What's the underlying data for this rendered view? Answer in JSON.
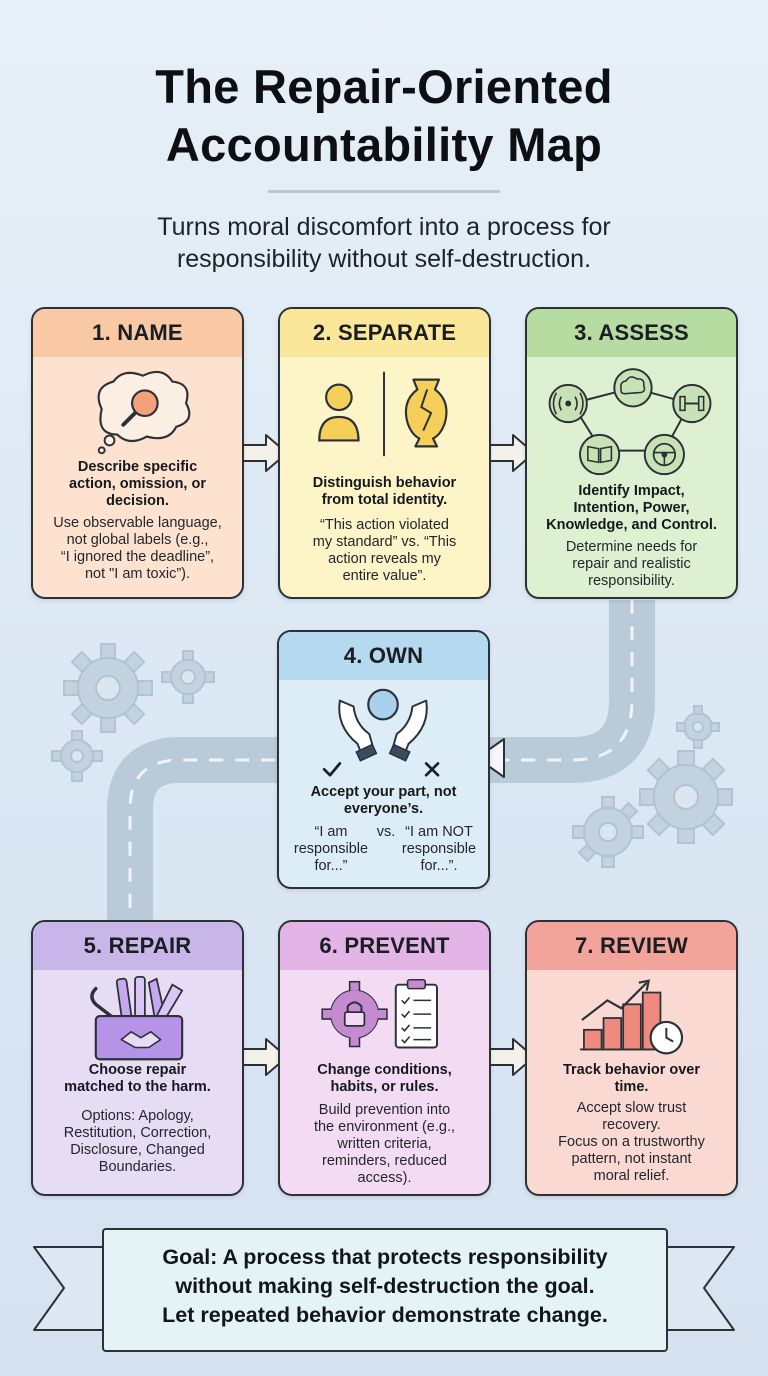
{
  "title_line1": "The Repair-Oriented",
  "title_line2": "Accountability Map",
  "subtitle_line1": "Turns moral discomfort into a process for",
  "subtitle_line2": "responsibility without self-destruction.",
  "colors": {
    "name": {
      "header": "#f9c8a5",
      "body": "#fde3cf"
    },
    "separate": {
      "header": "#fbe79a",
      "body": "#fdf4c8"
    },
    "assess": {
      "header": "#b7dca2",
      "body": "#def0d2"
    },
    "own": {
      "header": "#b5d9ef",
      "body": "#dcedf8"
    },
    "repair": {
      "header": "#c9b6e8",
      "body": "#e6dcf4"
    },
    "prevent": {
      "header": "#e3b5e6",
      "body": "#f3dcf3"
    },
    "review": {
      "header": "#f3a49a",
      "body": "#fad9d3"
    }
  },
  "steps": {
    "name": {
      "title": "1. NAME",
      "bold": [
        "Describe specific",
        "action, omission, or",
        "decision."
      ],
      "text": [
        "Use observable language,",
        "not global labels (e.g.,",
        "“I ignored the deadline”,",
        "not \"I am toxic”)."
      ]
    },
    "separate": {
      "title": "2. SEPARATE",
      "bold": [
        "Distinguish behavior",
        "from total identity."
      ],
      "text": [
        "“This action violated",
        "my standard” vs. “This",
        "action reveals my",
        "entire value”."
      ]
    },
    "assess": {
      "title": "3. ASSESS",
      "bold": [
        "Identify Impact,",
        "Intention, Power,",
        "Knowledge, and Control."
      ],
      "text": [
        "Determine needs for",
        "repair and realistic",
        "responsibility."
      ]
    },
    "own": {
      "title": "4. OWN",
      "bold": [
        "Accept your part, not",
        "everyone’s."
      ],
      "left": [
        "“I am",
        "responsible",
        "for...”"
      ],
      "vs": "vs.",
      "right": [
        "“I am NOT",
        "responsible",
        "for...”."
      ]
    },
    "repair": {
      "title": "5. REPAIR",
      "bold": [
        "Choose repair",
        "matched to the harm."
      ],
      "text": [
        "Options: Apology,",
        "Restitution, Correction,",
        "Disclosure, Changed",
        "Boundaries."
      ]
    },
    "prevent": {
      "title": "6. PREVENT",
      "bold": [
        "Change conditions,",
        "habits, or rules."
      ],
      "text": [
        "Build prevention into",
        "the environment (e.g.,",
        "written criteria,",
        "reminders, reduced",
        "access)."
      ]
    },
    "review": {
      "title": "7. REVIEW",
      "bold": [
        "Track behavior over",
        "time."
      ],
      "text": [
        "Accept slow trust",
        "recovery.",
        "Focus on a trustworthy",
        "pattern, not instant",
        "moral relief."
      ]
    }
  },
  "icons": {
    "name": "magnifying-glass-thought-bubble-icon",
    "separate": [
      "person-icon",
      "cracked-vase-icon"
    ],
    "assess": [
      "sound-wave-icon",
      "thought-cloud-icon",
      "dumbbell-icon",
      "book-icon",
      "steering-wheel-icon"
    ],
    "own": [
      "open-hands-icon",
      "check-icon",
      "x-icon"
    ],
    "repair": [
      "toolbox-icon"
    ],
    "prevent": [
      "gear-lock-icon",
      "checklist-icon"
    ],
    "review": [
      "bar-chart-icon",
      "clock-icon"
    ]
  },
  "goal": {
    "line1": "Goal: A process that protects responsibility",
    "line2": "without making self-destruction the goal.",
    "line3": "Let repeated behavior demonstrate change."
  }
}
